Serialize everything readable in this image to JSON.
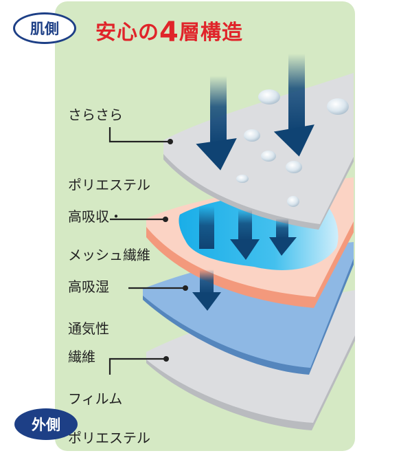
{
  "title": {
    "prefix": "安心の",
    "number": "4",
    "suffix": "層構造"
  },
  "badges": {
    "skin_side": "肌側",
    "outer_side": "外側"
  },
  "layers": [
    {
      "index": 1,
      "label_lines": [
        "さらさら",
        "ポリエステル",
        "メッシュ繊維"
      ],
      "color": "#dcdde0",
      "edge_color": "#b9bbbf"
    },
    {
      "index": 2,
      "label_lines": [
        "高吸収・",
        "高吸湿",
        "繊維"
      ],
      "color": "#fbd3c4",
      "edge_color": "#f3997c",
      "inner_color": "#2bb5ea"
    },
    {
      "index": 3,
      "label_lines": [
        "通気性",
        "フィルム"
      ],
      "color": "#8eb8e4",
      "edge_color": "#5586bd"
    },
    {
      "index": 4,
      "label_lines": [
        "ポリエステル"
      ],
      "color": "#dcdde0",
      "edge_color": "#b9bbbf"
    }
  ],
  "colors": {
    "background_panel": "#d5e9c4",
    "title_red": "#e0242a",
    "badge_navy": "#1d3f86",
    "arrow_navy": "#12497a",
    "leader_line": "#222222"
  },
  "icons": {
    "arrows": "down-arrow",
    "droplets": "water-droplet"
  }
}
